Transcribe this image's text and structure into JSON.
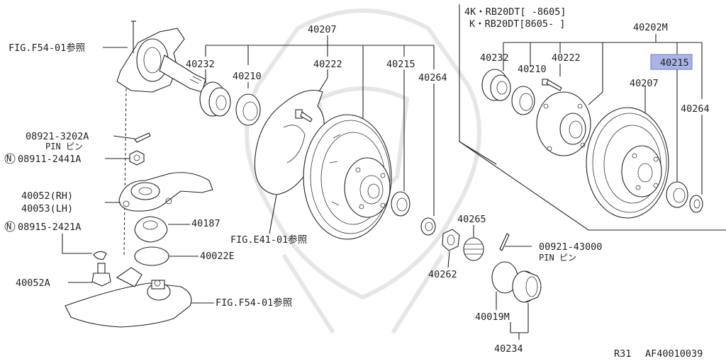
{
  "diagram": {
    "inset_header": {
      "line1": "4K・RB20DT[    -8605]",
      "line2": "K・RB20DT[8605-    ]",
      "assembly_ref": "40202M"
    },
    "highlighted_part": "40215",
    "highlight_color": "#aab4e6",
    "left_labels": {
      "fig_f54_top": "FIG.F54-01参照",
      "part_08921": "08921-3202A",
      "pin_1": "PIN ピン",
      "part_08911": "08911-2441A",
      "part_40052_rh": "40052(RH)",
      "part_40053_lh": "40053(LH)",
      "part_08915": "08915-2421A",
      "circle_mark": "N",
      "part_40187": "40187",
      "part_40022e": "40022E",
      "part_40052a": "40052A",
      "fig_f54_bottom": "FIG.F54-01参照",
      "fig_e41": "FIG.E41-01参照"
    },
    "main_labels": {
      "p40207": "40207",
      "p40232": "40232",
      "p40210": "40210",
      "p40222": "40222",
      "p40215": "40215",
      "p40264": "40264",
      "p40265": "40265",
      "p40262": "40262",
      "p00921": "00921-43000",
      "pin_2": "PIN ピン",
      "p40019m": "40019M",
      "p40234": "40234"
    },
    "inset_labels": {
      "p40232": "40232",
      "p40210": "40210",
      "p40222": "40222",
      "p40207": "40207",
      "p40264": "40264"
    },
    "footer": {
      "model": "R31",
      "code": "AF40010039"
    }
  }
}
